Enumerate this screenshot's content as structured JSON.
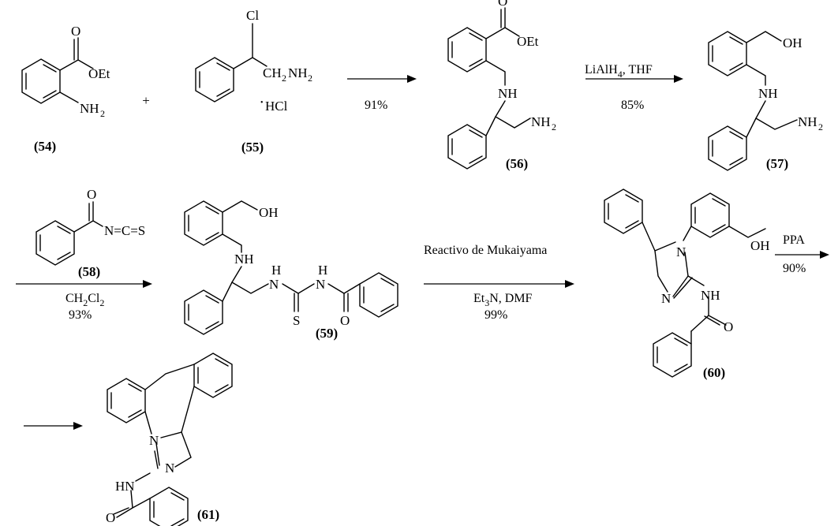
{
  "atoms": {
    "O": "O",
    "OEt": "OEt",
    "NH2": "NH",
    "two": "2",
    "Cl": "Cl",
    "CH": "CH",
    "NH": "NH",
    "OH": "OH",
    "N": "N",
    "HCl": "HCl",
    "dot": "•",
    "S": "S",
    "H": "H",
    "HN": "HN",
    "NCS": "N=C=S",
    "NH2short": "NH"
  },
  "compounds": {
    "c54": "(54)",
    "c55": "(55)",
    "c56": "(56)",
    "c57": "(57)",
    "c58": "(58)",
    "c59": "(59)",
    "c60": "(60)",
    "c61": "(61)"
  },
  "plus": "+",
  "conditions": {
    "step1_yield": "91%",
    "step2_reagent": "LiAlH",
    "step2_sub": "4",
    "step2_solvent": ", THF",
    "step2_yield": "85%",
    "step3_solvent": "CH",
    "step3_solvent_sub1": "2",
    "step3_solvent_mid": "Cl",
    "step3_solvent_sub2": "2",
    "step3_yield": "93%",
    "step4_reagent": "Reactivo de Mukaiyama",
    "step4_base": "Et",
    "step4_base_sub": "3",
    "step4_base_rest": "N, DMF",
    "step4_yield": "99%",
    "step5_reagent": "PPA",
    "step5_yield": "90%"
  }
}
